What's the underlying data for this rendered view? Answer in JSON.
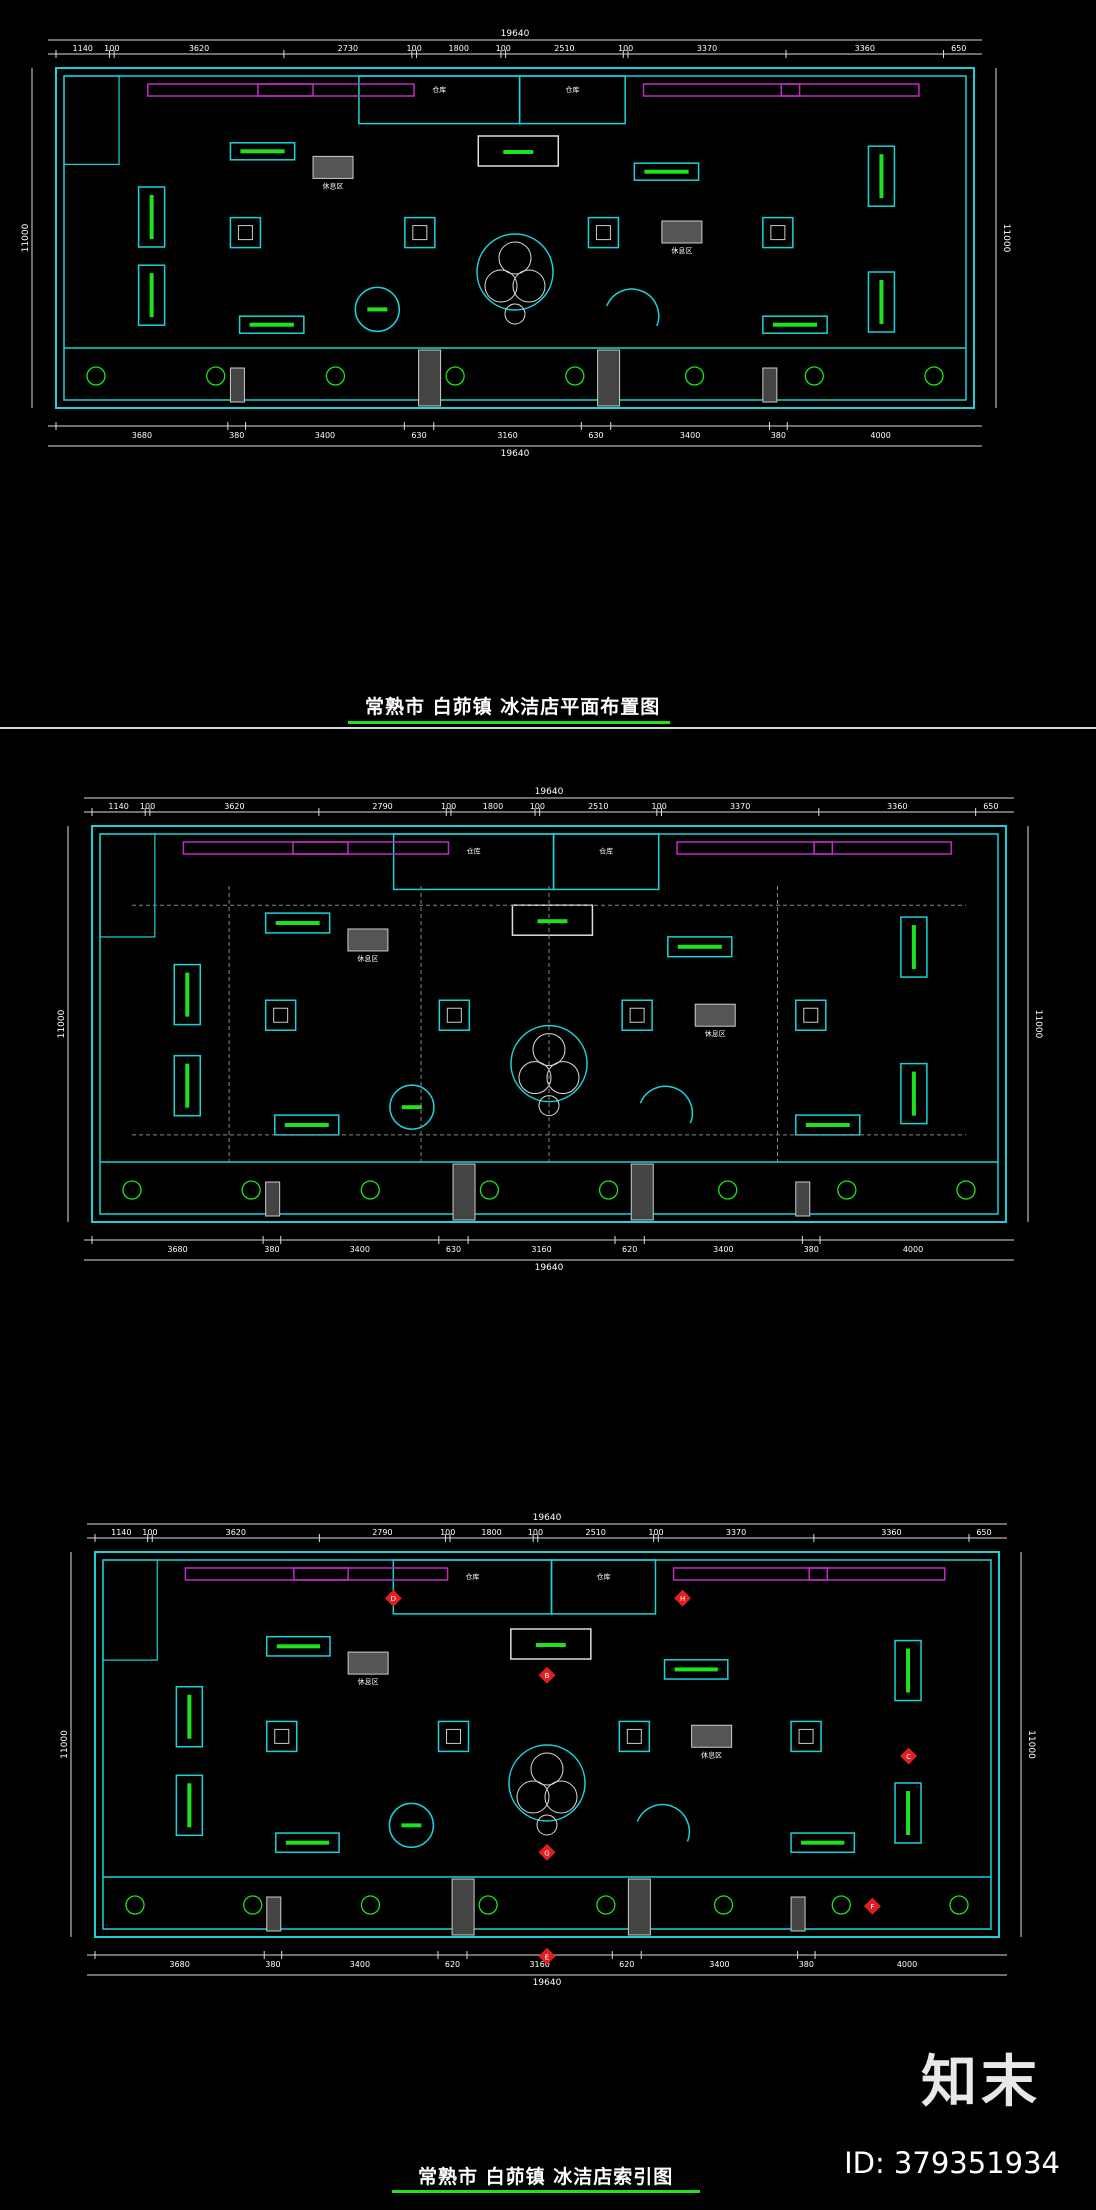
{
  "sheets": [
    {
      "title": "常熟市  白茆镇  冰洁店平面布置图",
      "top_total": "19640",
      "top_dims": [
        "1140",
        "100",
        "3620",
        "2730",
        "100",
        "1800",
        "100",
        "2510",
        "100",
        "3370",
        "3360",
        "650"
      ],
      "bottom_dims": [
        "3680",
        "380",
        "3400",
        "630",
        "3160",
        "630",
        "3400",
        "380",
        "4000"
      ],
      "bottom_total": "19640",
      "left_total": "11000",
      "right_total": "11000",
      "rooms": [
        "仓库",
        "仓库"
      ],
      "labels": {
        "rest_area": "休息区",
        "rest_area_2": "休息区"
      }
    },
    {
      "title": "",
      "top_total": "19640",
      "top_dims": [
        "1140",
        "100",
        "3620",
        "2790",
        "100",
        "1800",
        "100",
        "2510",
        "100",
        "3370",
        "3360",
        "650"
      ],
      "bottom_dims": [
        "3680",
        "380",
        "3400",
        "630",
        "3160",
        "620",
        "3400",
        "380",
        "4000"
      ],
      "bottom_total": "19640",
      "left_total": "11000",
      "right_total": "11000",
      "rooms": [
        "仓库",
        "仓库"
      ],
      "labels": {
        "rest_area": "休息区",
        "rest_area_2": "休息区"
      }
    },
    {
      "title": "常熟市  白茆镇   冰洁店索引图",
      "top_total": "19640",
      "top_dims": [
        "1140",
        "100",
        "3620",
        "2790",
        "100",
        "1800",
        "100",
        "2510",
        "100",
        "3370",
        "3360",
        "650"
      ],
      "bottom_dims": [
        "3680",
        "380",
        "3400",
        "620",
        "3160",
        "620",
        "3400",
        "380",
        "4000"
      ],
      "bottom_total": "19640",
      "left_total": "11000",
      "right_total": "11000",
      "rooms": [
        "仓库",
        "仓库"
      ],
      "labels": {
        "rest_area": "休息区",
        "rest_area_2": "休息区"
      },
      "index_markers": [
        "B",
        "C",
        "D",
        "E",
        "F",
        "G",
        "H"
      ]
    }
  ],
  "watermark": {
    "logo": "知末",
    "id": "ID: 379351934"
  },
  "colors": {
    "wall": "#19d3d8",
    "furniture": "#1de21d",
    "display": "#c02cc0",
    "text": "#ffffff",
    "index": "#e02020"
  }
}
